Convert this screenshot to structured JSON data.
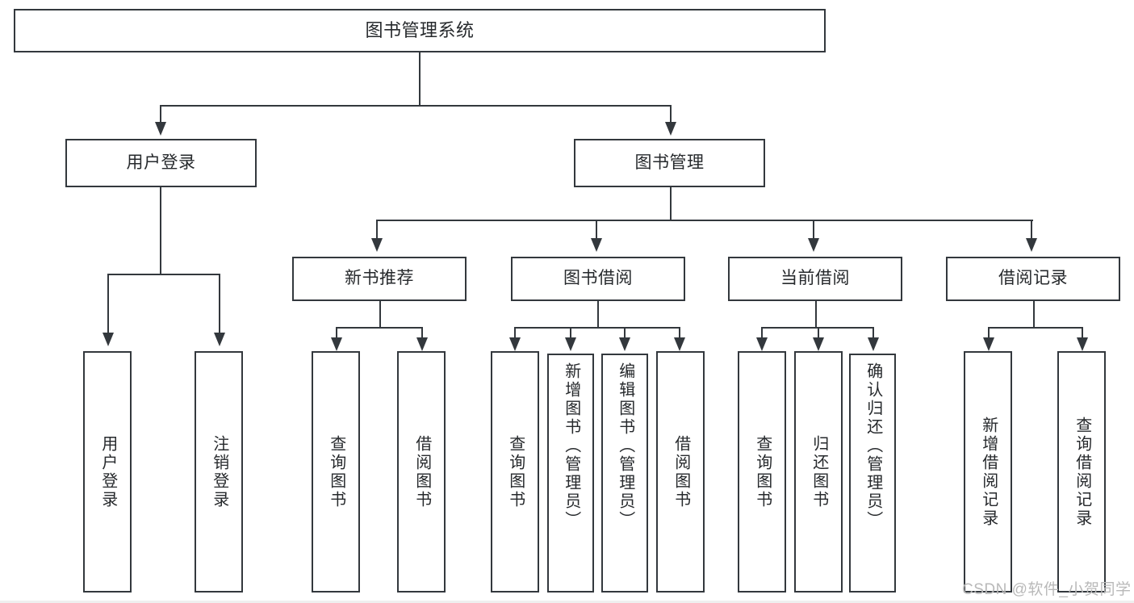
{
  "diagram": {
    "title": "图书管理系统",
    "root": {
      "label": "图书管理系统"
    },
    "level2": [
      {
        "label": "用户登录"
      },
      {
        "label": "图书管理"
      }
    ],
    "level3": [
      {
        "label": "新书推荐"
      },
      {
        "label": "图书借阅"
      },
      {
        "label": "当前借阅"
      },
      {
        "label": "借阅记录"
      }
    ],
    "leaves": {
      "user_login": [
        {
          "label": "用户登录"
        },
        {
          "label": "注销登录"
        }
      ],
      "new_book": [
        {
          "label": "查询图书"
        },
        {
          "label": "借阅图书"
        }
      ],
      "book_borrow": [
        {
          "label": "查询图书"
        },
        {
          "label": "新增图书（管理员）"
        },
        {
          "label": "编辑图书（管理员）"
        },
        {
          "label": "借阅图书"
        }
      ],
      "current_borrow": [
        {
          "label": "查询图书"
        },
        {
          "label": "归还图书"
        },
        {
          "label": "确认归还（管理员）"
        }
      ],
      "borrow_record": [
        {
          "label": "新增借阅记录"
        },
        {
          "label": "查询借阅记录"
        }
      ]
    }
  },
  "watermark": {
    "text": "CSDN @软件_小贺同学"
  },
  "colors": {
    "stroke": "#33383d",
    "text": "#26292c",
    "background": "#ffffff",
    "watermark": "#b9b9b9"
  }
}
